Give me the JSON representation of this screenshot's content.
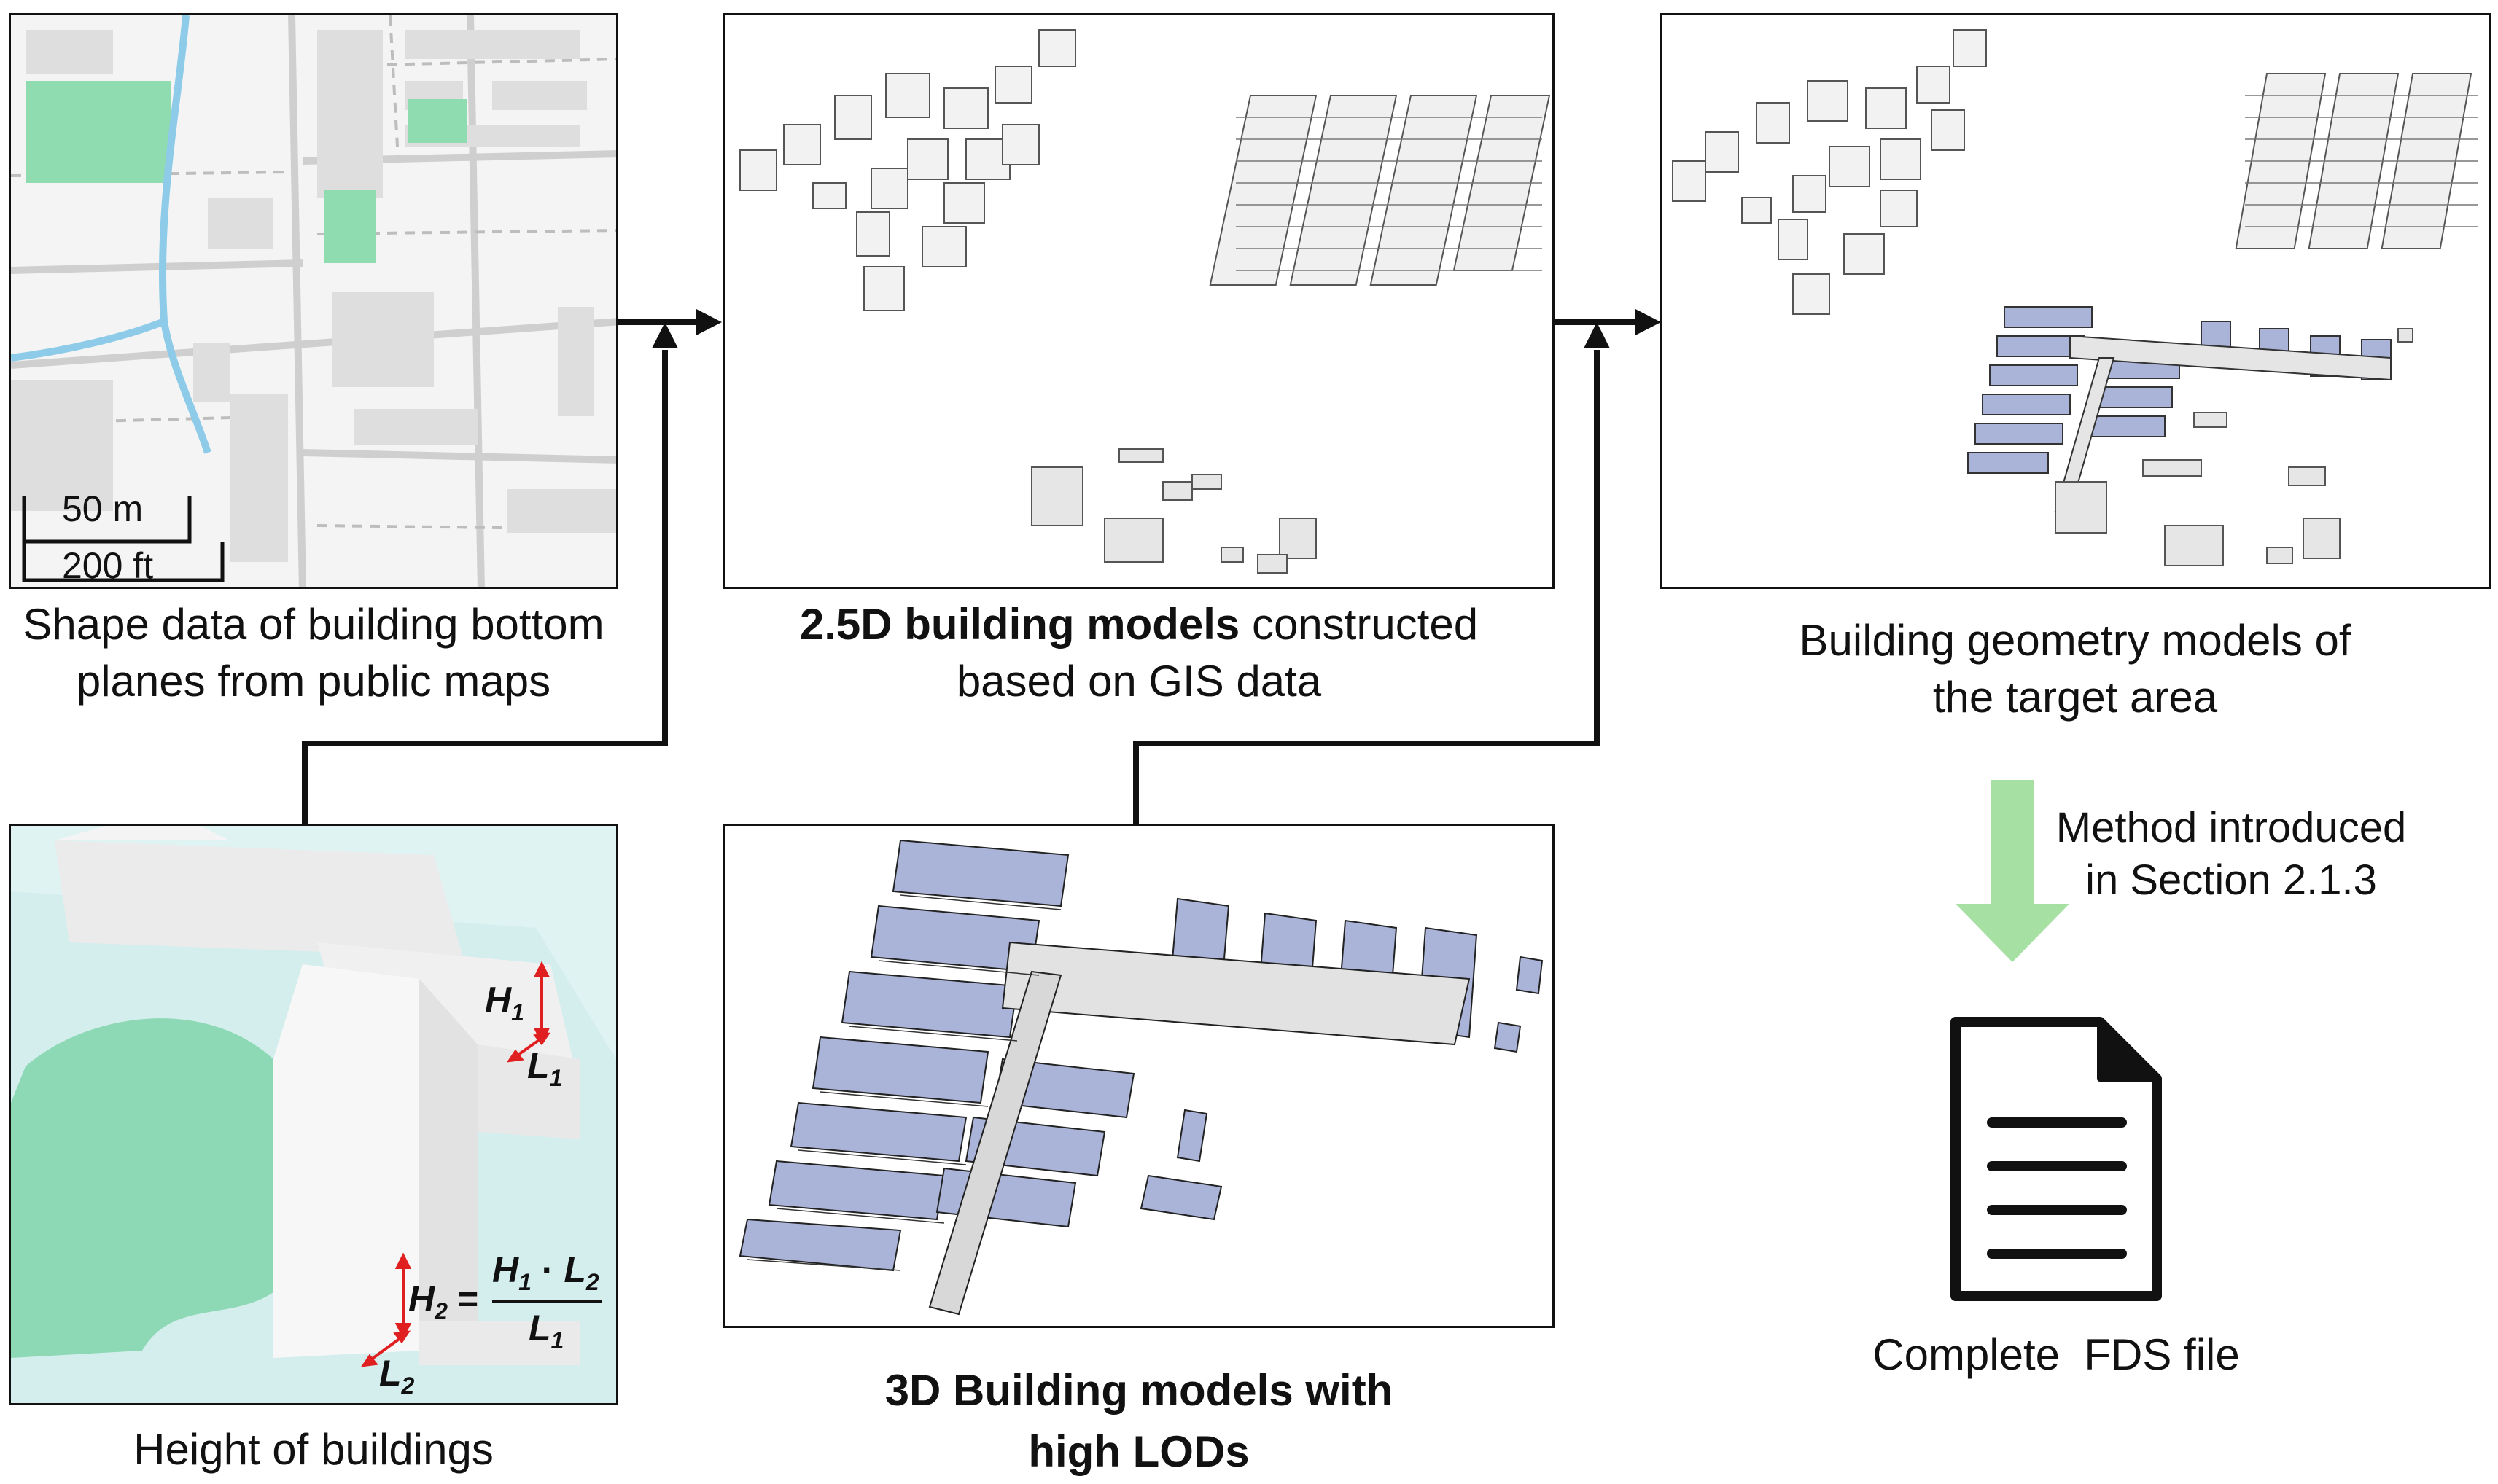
{
  "panels": {
    "map": {
      "caption_line1": "Shape data of building bottom",
      "caption_line2": "planes from public maps",
      "scale_m": "50 m",
      "scale_ft": "200 ft"
    },
    "gis": {
      "caption_bold": "2.5D building models",
      "caption_rest": " constructed",
      "caption_line2": "based on GIS data"
    },
    "target": {
      "caption_line1": "Building geometry models of",
      "caption_line2": "the target area"
    },
    "height": {
      "caption": "Height of buildings",
      "h1": "H",
      "h1_sub": "1",
      "l1": "L",
      "l1_sub": "1",
      "h2": "H",
      "h2_sub": "2",
      "l2": "L",
      "l2_sub": "2",
      "formula_num_a": "H",
      "formula_num_a_sub": "1",
      "formula_dot": " · ",
      "formula_num_b": "L",
      "formula_num_b_sub": "2",
      "formula_den": "L",
      "formula_den_sub": "1",
      "formula_eq": "="
    },
    "lod": {
      "caption_line1": "3D Building models with",
      "caption_line2": "high LODs"
    },
    "fds": {
      "method_line1": "Method introduced",
      "method_line2": "in Section 2.1.3",
      "caption": "Complete  FDS file"
    }
  },
  "colors": {
    "map_green": "#8fdcb0",
    "river_blue": "#8dcbe9",
    "roof_blue": "#aab4d8",
    "arrow_green": "#a6e0a3",
    "height_bg": "#dff3f3"
  }
}
